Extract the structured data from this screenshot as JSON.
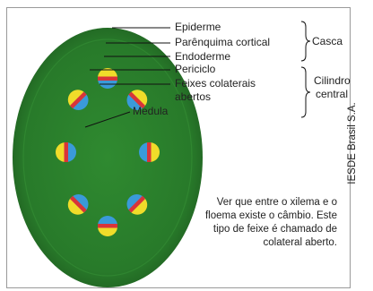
{
  "labels": {
    "epiderme": "Epiderme",
    "parenquima": "Parênquima cortical",
    "endoderme": "Endoderme",
    "periciclo": "Periciclo",
    "feixes_1": "Feixes colaterais",
    "feixes_2": "abertos",
    "medula": "Medula"
  },
  "groups": {
    "casca": "Casca",
    "cilindro_1": "Cilindro",
    "cilindro_2": "central"
  },
  "note": "Ver que entre o xilema e o floema existe o câmbio. Este tipo de feixe é chamado de colateral aberto.",
  "credit": "IESDE Brasil S.A.",
  "colors": {
    "stem": "#2c7d2e",
    "xylem": "#3a9ad9",
    "phloem": "#f0dc2a",
    "cambium": "#d8343a"
  },
  "bundle_count": 8
}
